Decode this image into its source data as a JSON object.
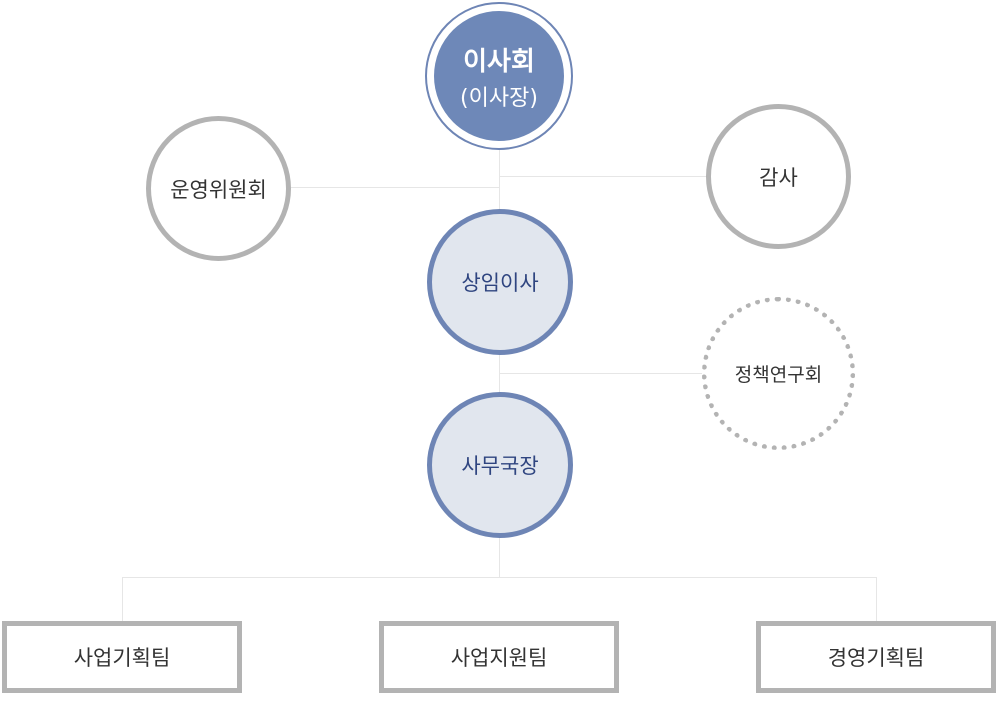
{
  "board": {
    "title": "이사회",
    "subtitle": "(이사장)"
  },
  "steering_committee": "운영위원회",
  "audit": "감사",
  "standing_director": "상임이사",
  "policy_research": "정책연구회",
  "secretary_general": "사무국장",
  "teams": [
    "사업기획팀",
    "사업지원팀",
    "경영기획팀"
  ],
  "colors": {
    "primary": "#6e88b8",
    "light": "#e1e6ee",
    "gray": "#b3b3b3",
    "dark_text": "#2f4580"
  }
}
